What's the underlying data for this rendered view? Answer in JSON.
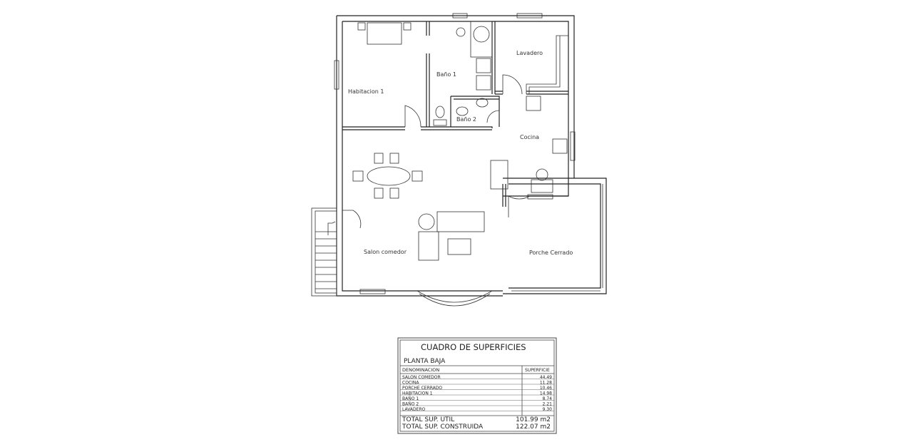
{
  "plan": {
    "rooms": {
      "habitacion": "Habitacion 1",
      "bano1": "Baño 1",
      "bano2": "Baño 2",
      "lavadero": "Lavadero",
      "cocina": "Cocina",
      "salon": "Salon comedor",
      "porche": "Porche Cerrado"
    }
  },
  "table": {
    "title": "CUADRO DE SUPERFICIES",
    "subtitle": "PLANTA BAJA",
    "col_name": "DENOMINACION",
    "col_value": "SUPERFICIE",
    "rows": [
      {
        "name": "SALON COMEDOR",
        "value": "44.49"
      },
      {
        "name": "COCINA",
        "value": "11.28"
      },
      {
        "name": "PORCHE CERRADO",
        "value": "10.46"
      },
      {
        "name": "HABITACION 1",
        "value": "14.98"
      },
      {
        "name": "BAÑO 1",
        "value": "8.74"
      },
      {
        "name": "BAÑO 2",
        "value": "2.21"
      },
      {
        "name": "LAVADERO",
        "value": "9.30"
      }
    ],
    "totals": [
      {
        "label": "TOTAL SUP. UTIL",
        "value": "101.99 m2"
      },
      {
        "label": "TOTAL SUP. CONSTRUIDA",
        "value": "122.07 m2"
      }
    ]
  }
}
